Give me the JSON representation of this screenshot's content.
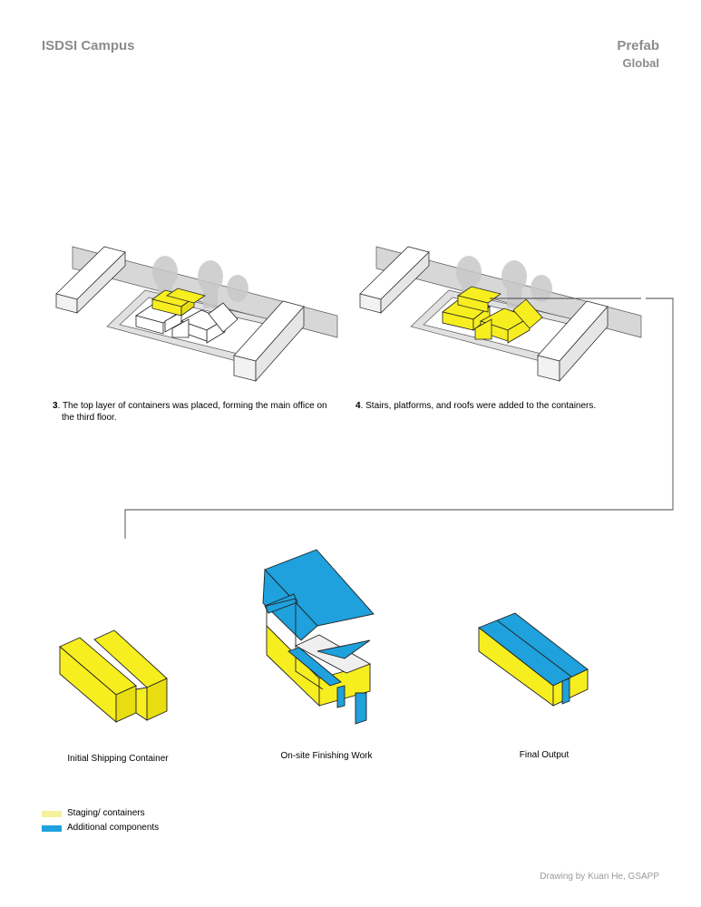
{
  "header": {
    "title": "ISDSI Campus",
    "category": "Prefab",
    "subcategory": "Global"
  },
  "steps": [
    {
      "number": "3",
      "text_line1": ". The top layer of containers was placed, forming the main office on",
      "text_line2": "the third floor."
    },
    {
      "number": "4",
      "text_line1": ". Stairs, platforms, and roofs were added to the containers."
    }
  ],
  "process": {
    "labels": [
      "Initial Shipping Container",
      "On-site Finishing Work",
      "Final Output"
    ]
  },
  "legend": [
    {
      "label": "Staging/ containers",
      "color": "#f6f19a"
    },
    {
      "label": "Additional components",
      "color": "#1ea1dc"
    }
  ],
  "colors": {
    "container_yellow": "#f7ee1f",
    "component_blue": "#1ea1dc",
    "shadow_gray": "#c8c8c8",
    "line": "#333333"
  },
  "credit": "Drawing by Kuan He, GSAPP"
}
